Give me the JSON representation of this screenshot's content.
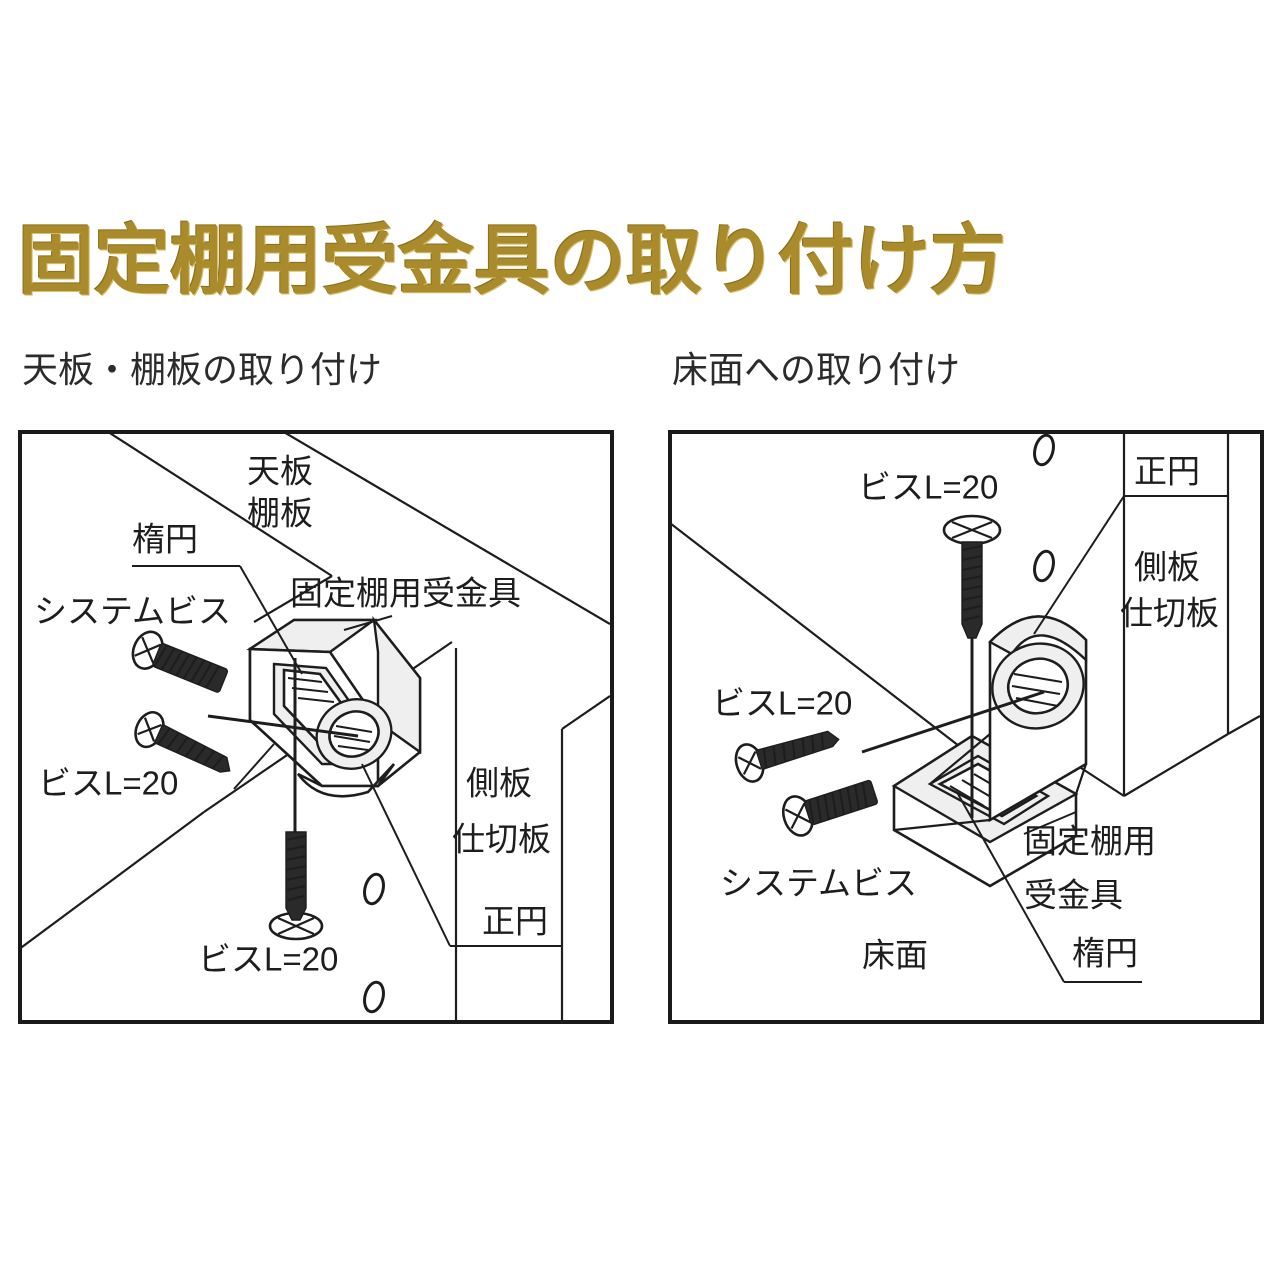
{
  "page": {
    "title": "固定棚用受金具の取り付け方",
    "title_color": "#a98b2c",
    "background_color": "#ffffff"
  },
  "sections": [
    {
      "id": "top-shelf",
      "subtitle": "天板・棚板の取り付け",
      "labels": {
        "board": "天板\n棚板",
        "board_line1": "天板",
        "board_line2": "棚板",
        "ellipse": "楕円",
        "system_screw": "システムビス",
        "bracket": "固定棚用受金具",
        "screw_left": "ビスL=20",
        "screw_bottom": "ビスL=20",
        "side_panel_line1": "側板",
        "side_panel_line2": "仕切板",
        "true_circle": "正円"
      }
    },
    {
      "id": "floor",
      "subtitle": "床面への取り付け",
      "labels": {
        "screw_top": "ビスL=20",
        "screw_left": "ビスL=20",
        "true_circle": "正円",
        "side_panel_line1": "側板",
        "side_panel_line2": "仕切板",
        "system_screw": "システムビス",
        "floor": "床面",
        "bracket_line1": "固定棚用",
        "bracket_line2": "受金具",
        "ellipse": "楕円"
      }
    }
  ]
}
